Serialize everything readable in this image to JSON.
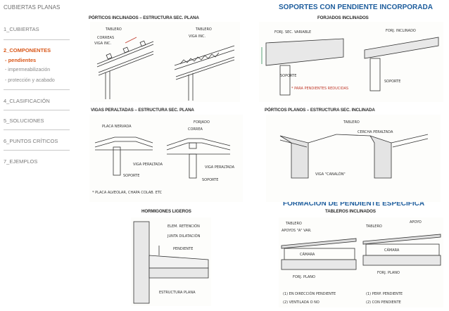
{
  "nav": {
    "header": "CUBIERTAS PLANAS",
    "items": [
      {
        "label": "1_CUBIERTAS"
      },
      {
        "label": "2_COMPONENTES"
      },
      {
        "label": "4_CLASIFICACIÓN"
      },
      {
        "label": "5_SOLUCIONES"
      },
      {
        "label": "6_PUNTOS CRÍTICOS"
      },
      {
        "label": "7_EJEMPLOS"
      }
    ],
    "subitems": [
      {
        "label": "- pendientes"
      },
      {
        "label": "- impermeabilización"
      },
      {
        "label": "- protección y acabado"
      }
    ]
  },
  "sections": {
    "top_title": "SOPORTES CON PENDIENTE INCORPORADA",
    "bottom_title": "FORMACIÓN DE PENDIENTE ESPECÍFICA"
  },
  "figures": {
    "porticos_inclinados": {
      "title": "PÓRTICOS INCLINADOS – ESTRUCTURA SEC. PLANA",
      "labels": [
        "TABLERO",
        "CORREAS",
        "VIGA INC.",
        "TABLERO",
        "VIGA INC."
      ]
    },
    "forjados_inclinados": {
      "title": "FORJADOS INCLINADOS",
      "labels": [
        "FORJ. SEC. VARIABLE",
        "SOPORTE",
        "* PARA PENDIENTES REDUCIDAS",
        "FORJ. INCLINADO",
        "SOPORTE"
      ]
    },
    "vigas_peraltadas": {
      "title": "VIGAS PERALTADAS – ESTRUCTURA SEC. PLANA",
      "labels": [
        "PLACA NERVADA",
        "VIGA PERALTADA",
        "SOPORTE",
        "FORJADO",
        "CORREA",
        "VIGA PERALTADA",
        "SOPORTE",
        "* PLACA ALVEOLAR, CHAPA COLAB. ETC"
      ]
    },
    "porticos_planos": {
      "title": "PÓRTICOS PLANOS – ESTRUCTURA SEC. INCLINADA",
      "labels": [
        "TABLERO",
        "CERCHA PERALTADA",
        "VIGA \"CANALÓN\""
      ]
    },
    "hormigones_ligeros": {
      "title": "HORMIGONES LIGEROS",
      "labels": [
        "ELEM. RETENCIÓN",
        "JUNTA DILATACIÓN",
        "PENDIENTE",
        "ESTRUCTURA PLANA"
      ]
    },
    "tableros_inclinados": {
      "title": "TABLEROS INCLINADOS",
      "labels": [
        "TABLERO",
        "APOYOS \"A\" VAR.",
        "CÁMARA",
        "FORJ. PLANO",
        "(1) EN DIRECCIÓN PENDIENTE",
        "(2) VENTILADA O NO",
        "TABLERO",
        "APOYO",
        "CÁMARA",
        "FORJ. PLANO",
        "(1) PERP. PENDIENTE",
        "(2) CON PENDIENTE"
      ]
    }
  },
  "colors": {
    "accent": "#d9581a",
    "section_title": "#1c5c9c",
    "annotation_red": "#c0392b"
  }
}
